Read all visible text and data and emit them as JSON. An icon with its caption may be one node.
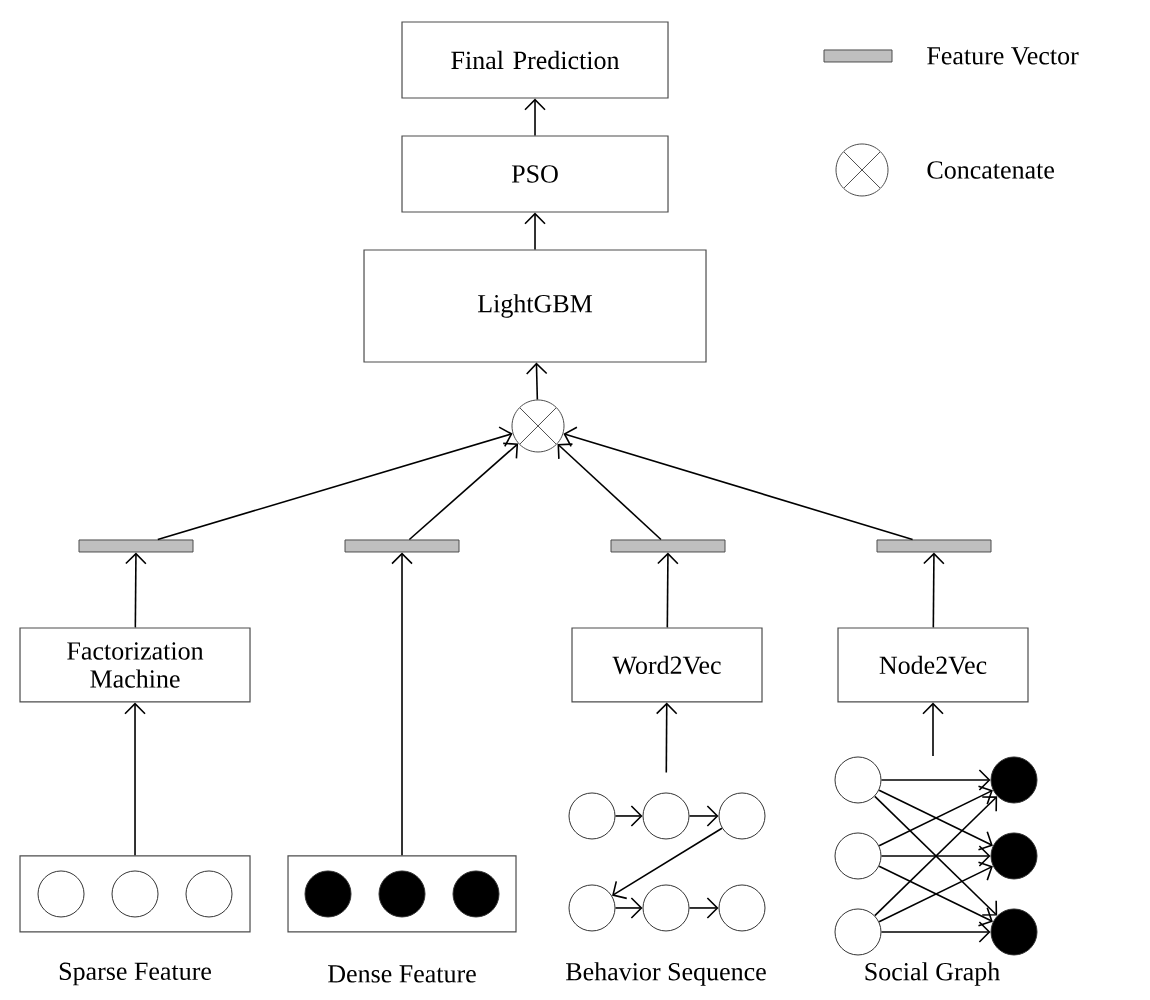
{
  "diagram": {
    "nodes": [
      {
        "text": [
          "Final Prediction"
        ]
      },
      {
        "text": [
          "PSO"
        ]
      },
      {
        "text": [
          "LightGBM"
        ]
      },
      {
        "text": [],
        "shape": "circle"
      },
      {
        "text": [],
        "shape": "bar"
      },
      {
        "text": [],
        "shape": "bar"
      },
      {
        "text": [],
        "shape": "bar"
      },
      {
        "text": [],
        "shape": "bar"
      },
      {
        "text": [
          "Factorization Machine"
        ]
      },
      {
        "text": [
          "Word2Vec"
        ]
      },
      {
        "text": [
          "Node2Vec"
        ]
      },
      {
        "text": [],
        "shape": "box",
        "beside": [
          "Sparse Feature"
        ]
      },
      {
        "text": [],
        "shape": "box",
        "beside": [
          "Dense Feature"
        ]
      },
      {
        "text": [],
        "shape": "circle"
      },
      {
        "text": [],
        "shape": "circle"
      },
      {
        "text": [],
        "shape": "circle"
      },
      {
        "text": [],
        "shape": "circle"
      },
      {
        "text": [],
        "shape": "circle"
      },
      {
        "text": [],
        "shape": "circle"
      },
      {
        "text": [],
        "shape": "circle"
      },
      {
        "text": [],
        "shape": "circle"
      },
      {
        "text": [],
        "shape": "circle"
      },
      {
        "text": [],
        "shape": "circle"
      },
      {
        "text": [],
        "shape": "circle"
      },
      {
        "text": [],
        "shape": "circle"
      }
    ],
    "edges": [
      {
        "from": 1,
        "to": 0,
        "arrow": "to"
      },
      {
        "from": 2,
        "to": 1,
        "arrow": "to"
      },
      {
        "from": 3,
        "to": 2,
        "arrow": "to"
      },
      {
        "from": 4,
        "to": 3,
        "arrow": "to"
      },
      {
        "from": 5,
        "to": 3,
        "arrow": "to"
      },
      {
        "from": 6,
        "to": 3,
        "arrow": "to"
      },
      {
        "from": 7,
        "to": 3,
        "arrow": "to"
      },
      {
        "from": 8,
        "to": 4,
        "arrow": "to"
      },
      {
        "from": 11,
        "to": 8,
        "arrow": "to"
      },
      {
        "from": 12,
        "to": 5,
        "arrow": "to"
      },
      {
        "from": 9,
        "to": 6,
        "arrow": "to"
      },
      {
        "from": 10,
        "to": 7,
        "arrow": "to"
      },
      {
        "from": 14,
        "to": 9,
        "arrow": "to"
      },
      {
        "from": null,
        "to": 10,
        "arrow": "to"
      },
      {
        "from": 13,
        "to": 14,
        "arrow": "to"
      },
      {
        "from": 14,
        "to": 15,
        "arrow": "to"
      },
      {
        "from": 15,
        "to": 16,
        "arrow": "to"
      },
      {
        "from": 16,
        "to": 17,
        "arrow": "to"
      },
      {
        "from": 17,
        "to": 18,
        "arrow": "to"
      },
      {
        "from": 19,
        "to": 22,
        "arrow": "to"
      },
      {
        "from": 19,
        "to": 23,
        "arrow": "to"
      },
      {
        "from": 19,
        "to": 24,
        "arrow": "to"
      },
      {
        "from": 20,
        "to": 22,
        "arrow": "to"
      },
      {
        "from": 20,
        "to": 23,
        "arrow": "to"
      },
      {
        "from": 20,
        "to": 24,
        "arrow": "to"
      },
      {
        "from": 21,
        "to": 22,
        "arrow": "to"
      },
      {
        "from": 21,
        "to": 23,
        "arrow": "to"
      },
      {
        "from": 21,
        "to": 24,
        "arrow": "to"
      }
    ],
    "labels": [
      "Behavior Sequence",
      "Social Graph"
    ],
    "legend": [
      {
        "text": "Feature Vector"
      },
      {
        "text": "Concatenate"
      }
    ]
  }
}
